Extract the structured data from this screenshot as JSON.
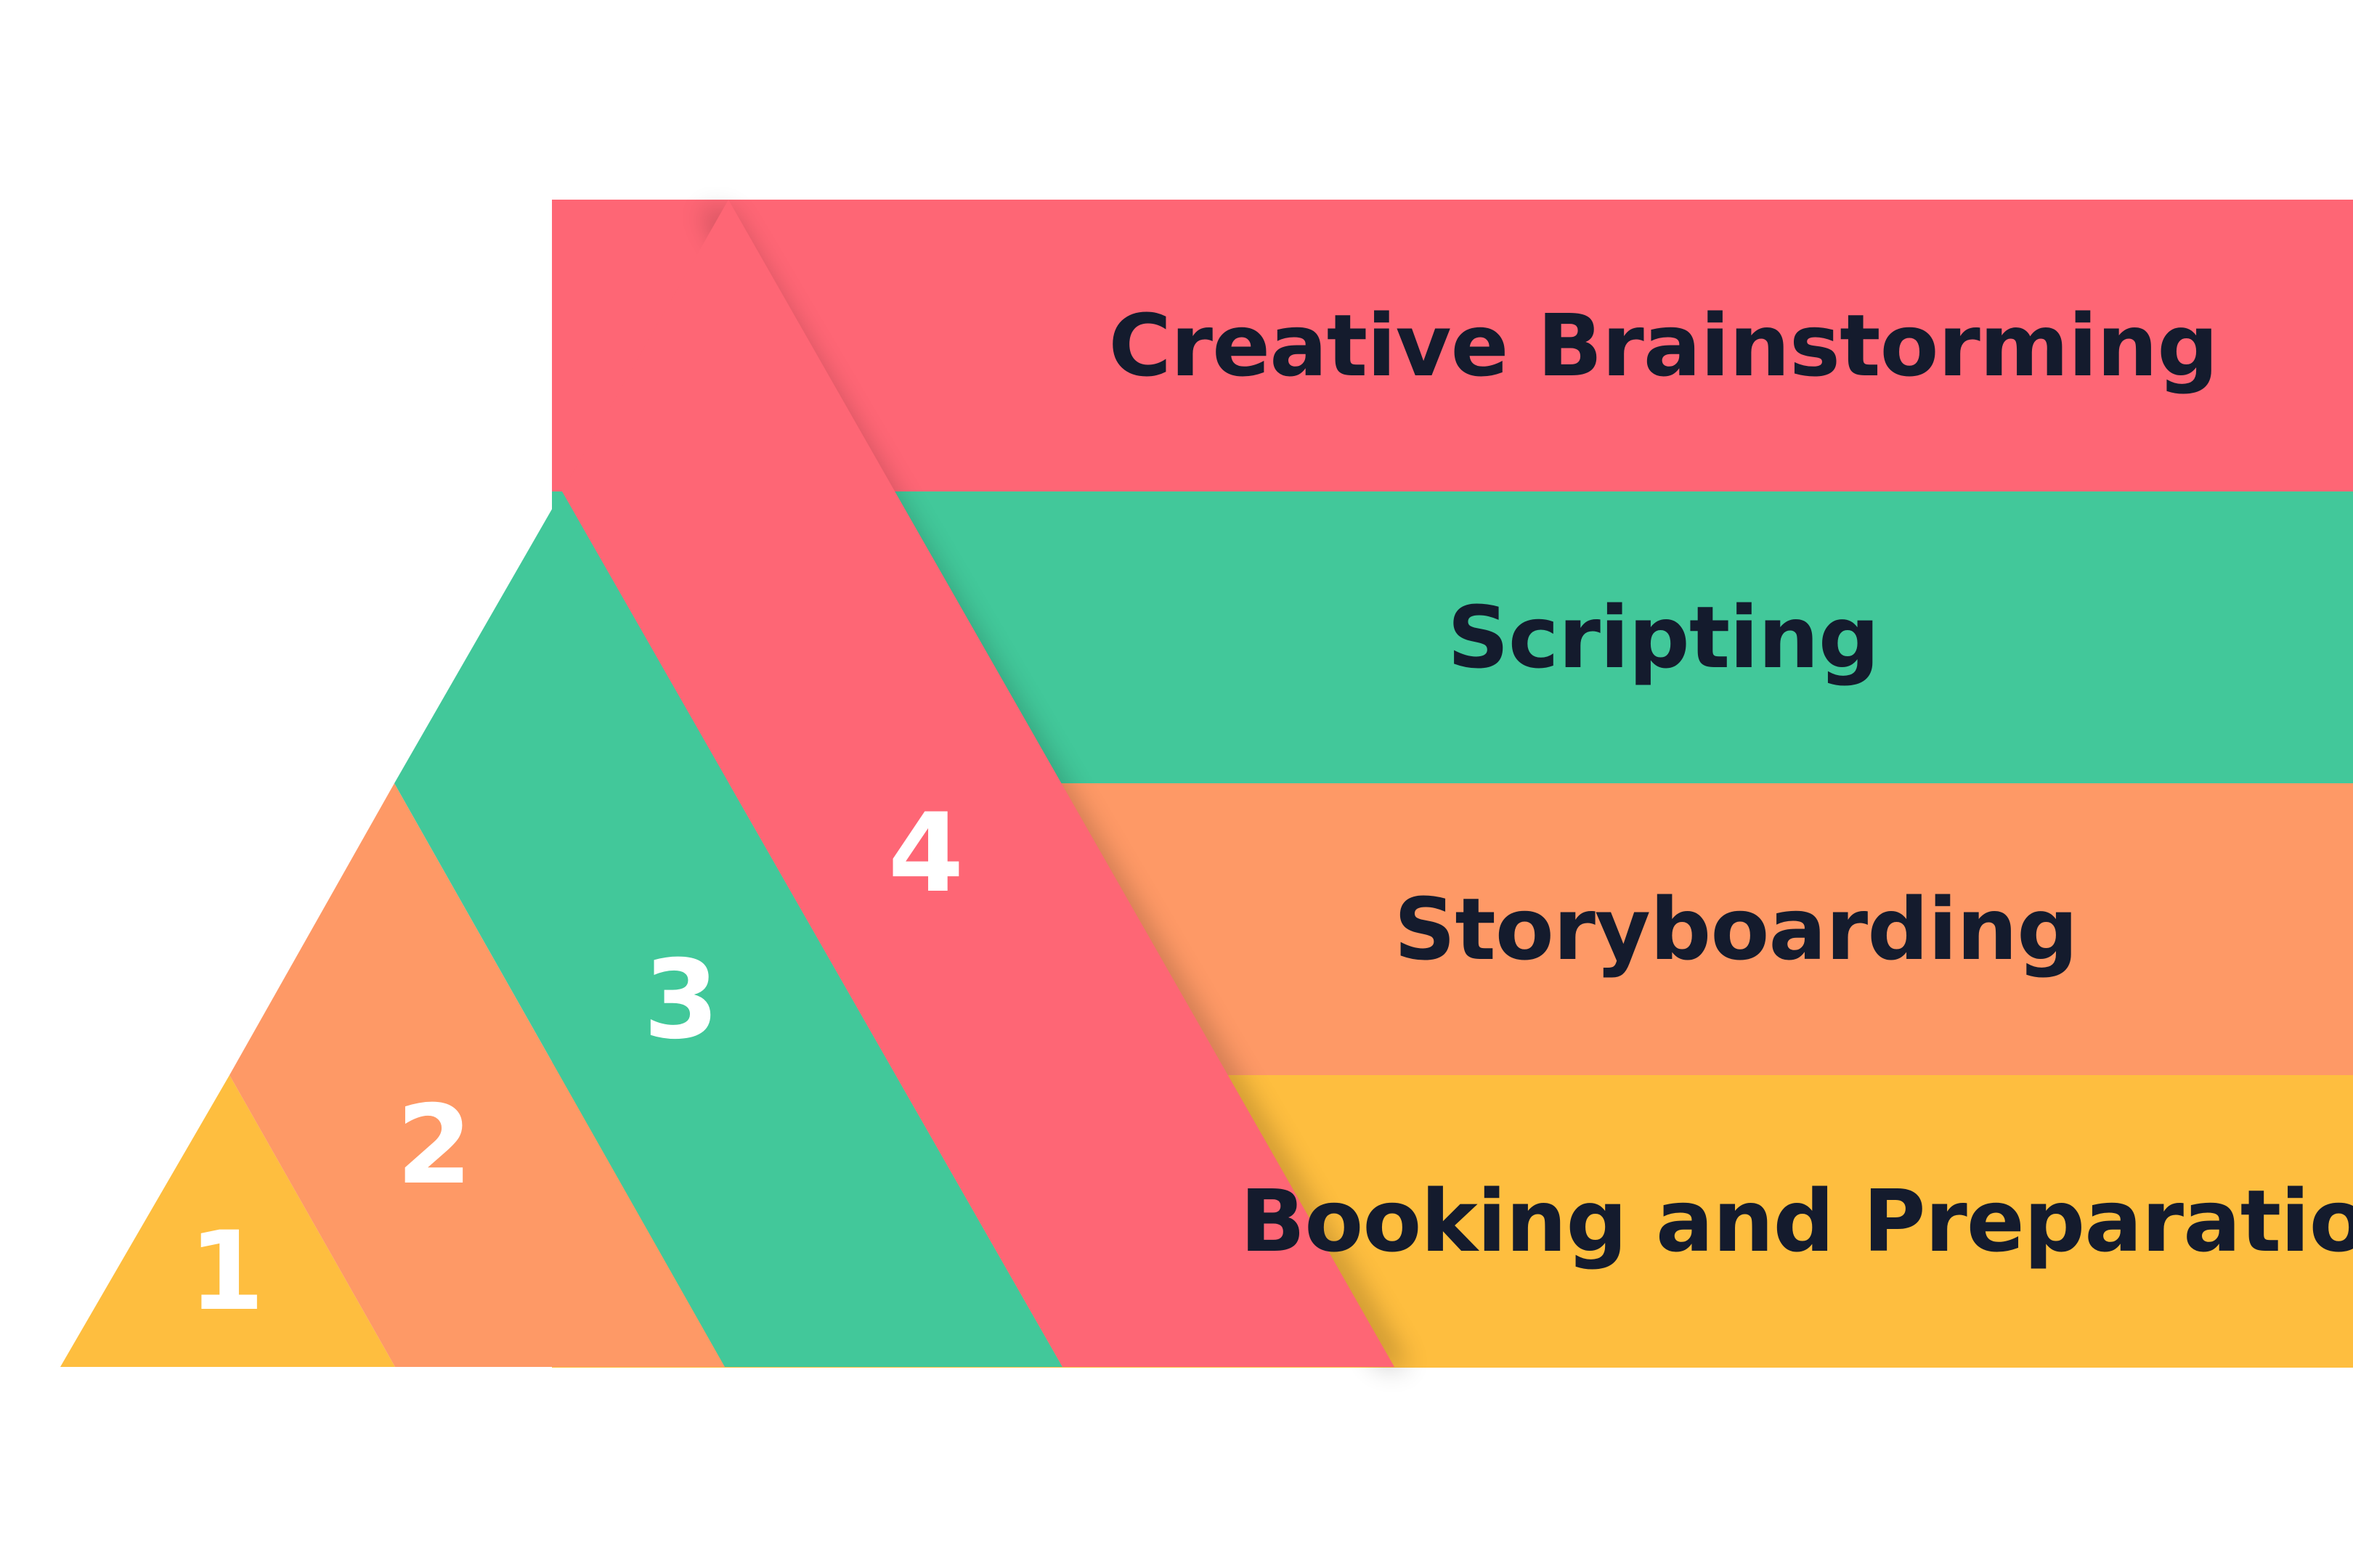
{
  "colors": {
    "background": "#ffffff",
    "label_text": "#141b2d",
    "number_text": "#ffffff"
  },
  "steps": [
    {
      "number": "1",
      "label": "Booking and Preparation",
      "color": "#FEBE3F"
    },
    {
      "number": "2",
      "label": "Storyboarding",
      "color": "#FE9966"
    },
    {
      "number": "3",
      "label": "Scripting",
      "color": "#42C89A"
    },
    {
      "number": "4",
      "label": "Creative Brainstorming",
      "color": "#FE6675"
    }
  ]
}
